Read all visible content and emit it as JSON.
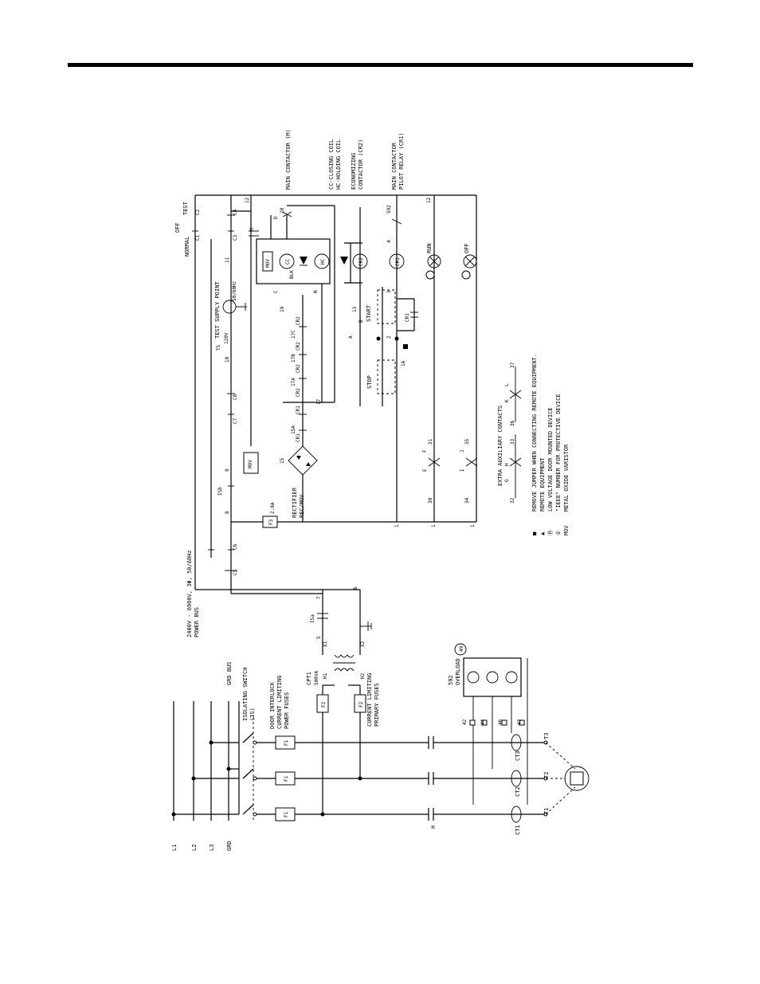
{
  "labels": {
    "main_contactor_m": "MAIN CONTACTOR (M)",
    "cc_closing_coil": "CC-CLOSING COIL",
    "hc_holding_coil": "HC-HOLDING COIL",
    "economizing_contactor_1": "ECONOMIZING",
    "economizing_contactor_2": "CONTACTOR (CR2)",
    "pilot_relay_1": "MAIN CONTACTOR",
    "pilot_relay_2": "PILOT RELAY (CR1)",
    "test": "TEST",
    "off": "OFF",
    "normal": "NORMAL",
    "test_supply_point": "TEST SUPPLY POINT",
    "ts": "TS",
    "v120": "120V",
    "hz": "50/60Hz",
    "power_bus_1": "2400V - 6900V, 3Φ, 50/60Hz",
    "power_bus_2": "POWER BUS",
    "grd_bus": "GRD BUS",
    "isolating_switch_1": "ISOLATING SWITCH",
    "isolating_switch_2": "(IS)",
    "door_interlock": "DOOR INTERLOCK",
    "power_fuses_1": "CURRENT LIMITING",
    "power_fuses_2": "POWER FUSES",
    "primary_fuses_1": "CURRENT LIMITING",
    "primary_fuses_2": "PRIMARY FUSES",
    "cpt1": "CPT1",
    "va500": "500VA",
    "rectifier_1": "RECTIFIER",
    "rectifier_2": "REC/MOV",
    "run": "RUN",
    "off_lamp": "OFF",
    "start": "START",
    "stop": "STOP",
    "overload_1": "592",
    "overload_2": "OVERLOAD",
    "overload_num": "49",
    "cr592": "592",
    "extra_aux": "EXTRA AUXILIARY CONTACTS",
    "fuse_2a": "2.0A",
    "blk": "BLK"
  },
  "lines": {
    "l1": "L1",
    "l2": "L2",
    "l3": "L3",
    "grd": "GRD",
    "t1": "T1",
    "t2": "T2",
    "t3": "T3",
    "ct1": "CT1",
    "ct2": "CT2",
    "ct3": "CT3",
    "m": "M"
  },
  "devices": {
    "f1": "F1",
    "f2": "F2",
    "f3": "F3",
    "cc": "CC",
    "hc": "HC",
    "cr1": "CR1",
    "cr2": "CR2",
    "mov": "MOV",
    "h1": "H1",
    "h2": "H2",
    "x1": "X1",
    "x2": "X2",
    "isa": "ISa",
    "isb": "ISb"
  },
  "wires": {
    "n1": "1",
    "n2": "2",
    "n3": "3",
    "n4": "4",
    "n5": "5",
    "n6": "6",
    "n7": "7",
    "n8": "8",
    "n9": "9",
    "n10": "10",
    "n11": "11",
    "n12": "12",
    "n13": "13",
    "n15": "15",
    "n15a": "15A",
    "n17": "17",
    "n17a": "17A",
    "n17b": "17B",
    "n17c": "17C",
    "n19": "19",
    "n20": "20",
    "n1a": "1A",
    "n30": "30",
    "n31": "31",
    "n32": "32",
    "n33": "33",
    "n34": "34",
    "n35": "35",
    "n36": "36",
    "n37": "37",
    "n42": "42",
    "n44": "44",
    "n46": "46",
    "n47": "47",
    "c1": "C1",
    "c2": "C2",
    "c3": "C3",
    "c4": "C4",
    "c5": "C5",
    "c6": "C6",
    "c7": "C7",
    "c8": "C8"
  },
  "contacts": {
    "a": "A",
    "b": "B",
    "c": "C",
    "d": "D",
    "e": "E",
    "f": "F",
    "g": "G",
    "h": "H",
    "i": "I",
    "j": "J",
    "k": "K",
    "l": "L",
    "m": "M",
    "n": "N"
  },
  "legend": [
    {
      "symbol": "■",
      "text": "REMOVE JUMPER WHEN CONNECTING REMOTE EQUIPMENT."
    },
    {
      "symbol": "▲",
      "text": "REMOTE EQUIPMENT"
    },
    {
      "symbol": "Ⓡ",
      "text": "LOW VOLTAGE DOOR MOUNTED DEVICE"
    },
    {
      "symbol": "①",
      "text": "\"IEEE\" NUMBER FOR PROTECTIVE DEVICE"
    },
    {
      "symbol": "MOV",
      "text": "METAL OXIDE VARISTOR"
    }
  ]
}
